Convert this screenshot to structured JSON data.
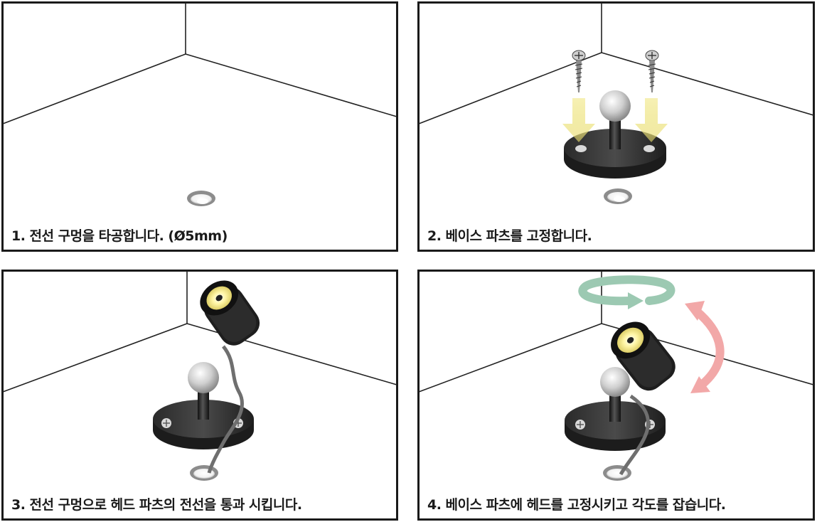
{
  "steps": [
    {
      "caption": "1. 전선 구멍을 타공합니다. (Ø5mm)"
    },
    {
      "caption": "2. 베이스 파츠를 고정합니다."
    },
    {
      "caption": "3. 전선 구멍으로 헤드 파츠의 전선을 통과 시킵니다."
    },
    {
      "caption": "4. 베이스 파츠에 헤드를 고정시키고 각도를 잡습니다."
    }
  ],
  "icons": {
    "hole": "wall-hole-icon",
    "screw": "screw-icon",
    "arrow_down": "arrow-down-icon",
    "rotate_horizontal": "rotate-horizontal-arrow-icon",
    "tilt": "tilt-arrow-icon"
  },
  "colors": {
    "frame": "#1a1a1a",
    "wall_line": "#222222",
    "base": "#2b2b2b",
    "lamp_glow": "#fff7b0",
    "down_arrow": "#f3ea9a",
    "rotate_arrow": "#9cc9b2",
    "tilt_arrow": "#f2a8a8"
  }
}
